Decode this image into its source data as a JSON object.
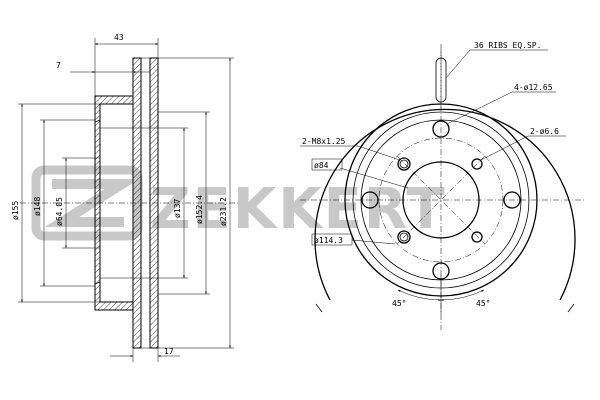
{
  "brand": {
    "logo_text": "ZEKKERT",
    "logo_icon": "zekkert-z-emblem-icon",
    "watermark_color": "#c8c8c8"
  },
  "side_view": {
    "dims": {
      "overall_width": "43",
      "hat_offset": "7",
      "disc_thickness": "17",
      "d155": "ø155",
      "d148": "ø148",
      "d64": "ø64.05",
      "d137": "ø137",
      "d152": "ø152.4",
      "d231": "ø231.2"
    }
  },
  "front_view": {
    "labels": {
      "ribs": "36 RIBS EQ.SP.",
      "holes_large": "4-ø12.65",
      "holes_small": "2-ø6.6",
      "threads": "2-M8x1.25",
      "center_bore": "ø84",
      "pcd": "ø114.3",
      "angle_left": "45°",
      "angle_right": "45°"
    }
  },
  "colors": {
    "line": "#000000",
    "background": "#ffffff"
  }
}
